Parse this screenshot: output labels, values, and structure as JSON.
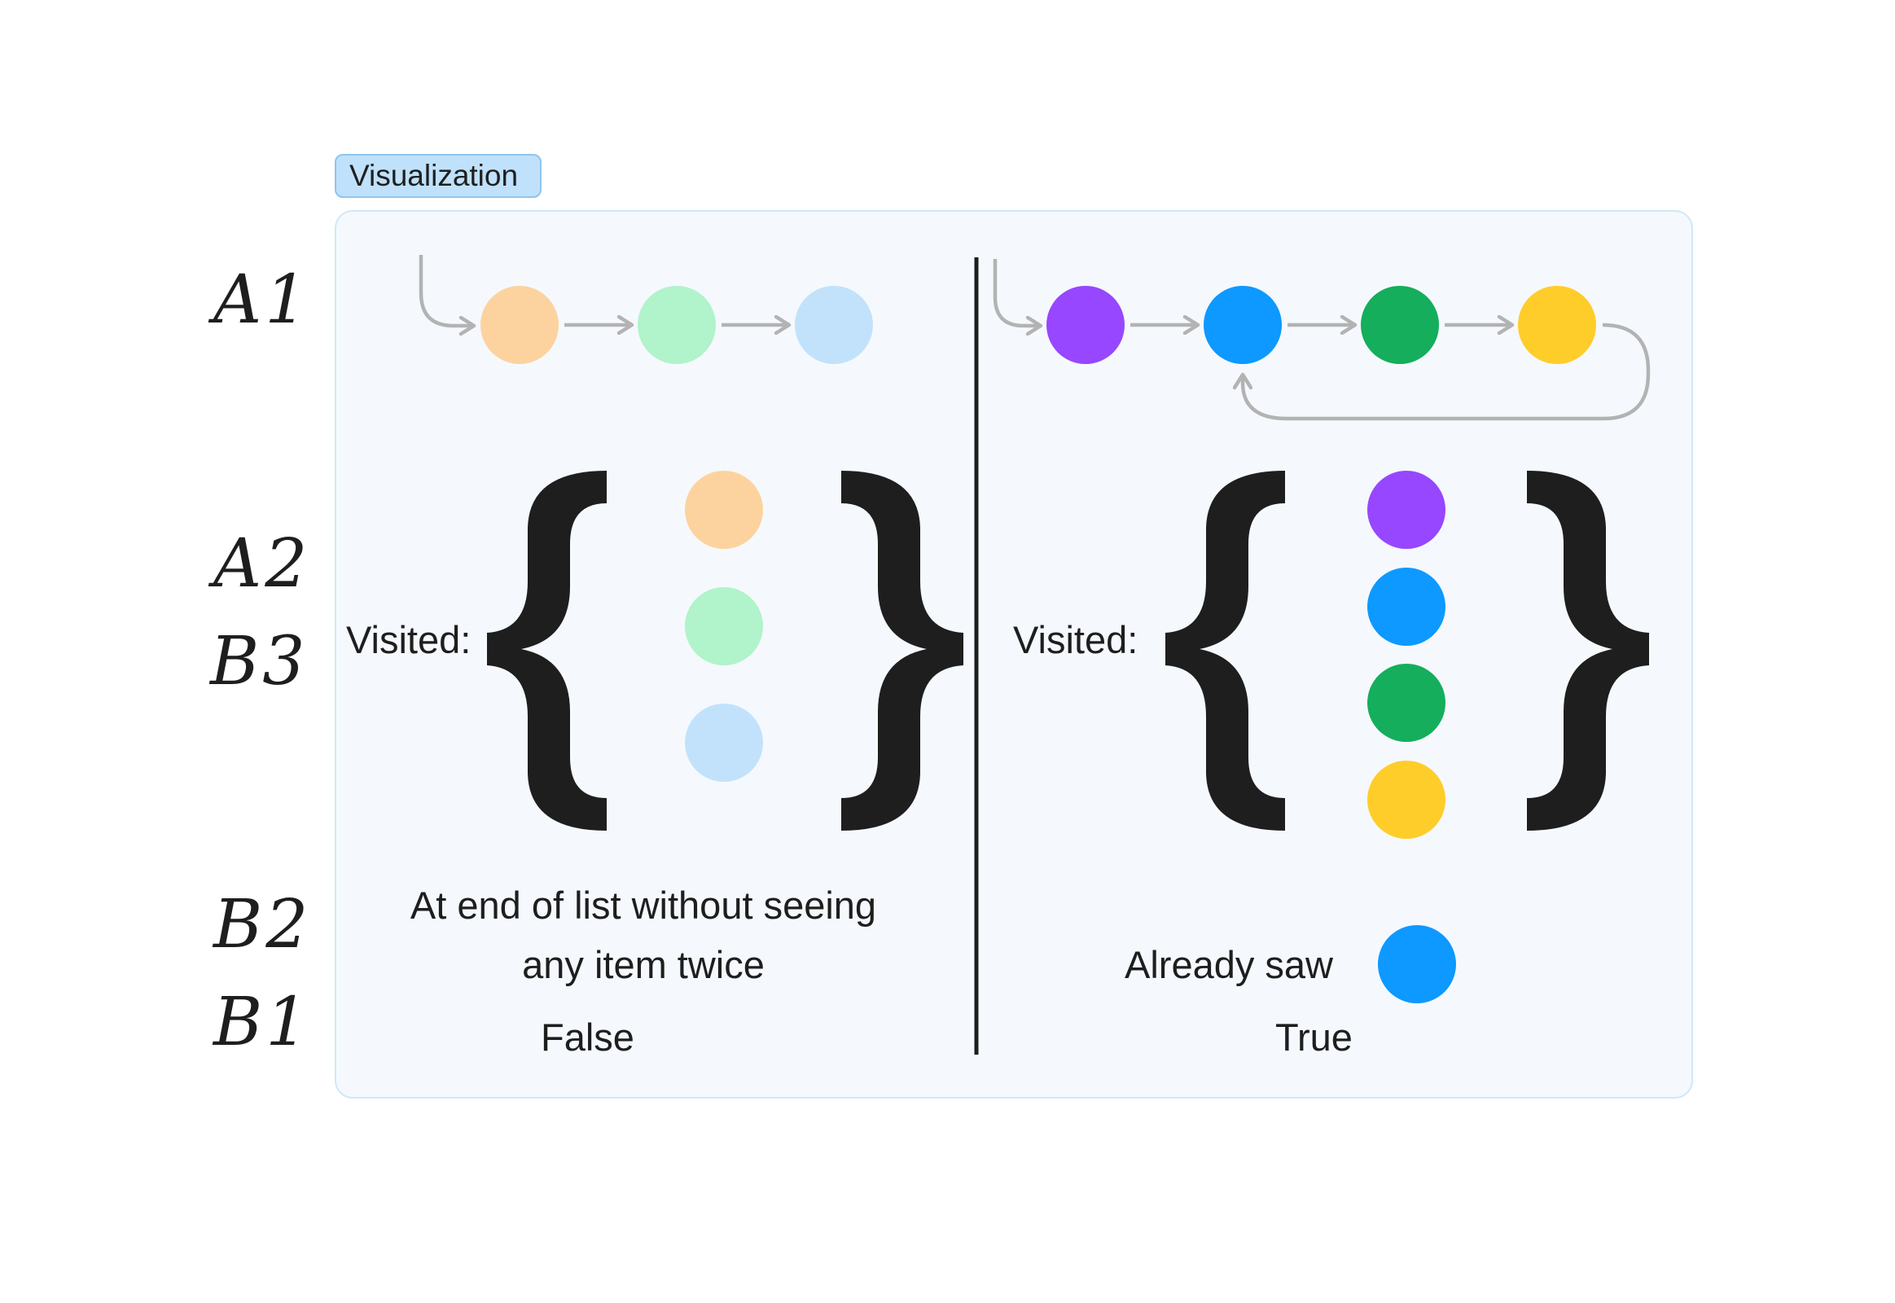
{
  "tag_label": "Visualization",
  "row_labels": {
    "a1": "A1",
    "a2": "A2",
    "b3": "B3",
    "b2": "B2",
    "b1": "B1"
  },
  "left": {
    "visited_label": "Visited:",
    "message_line1": "At end of list without seeing",
    "message_line2": "any item twice",
    "result": "False"
  },
  "right": {
    "visited_label": "Visited:",
    "message": "Already saw",
    "result": "True"
  },
  "colors": {
    "peach": "#fcd39f",
    "mint": "#b1f3ca",
    "light_blue": "#c2e2fb",
    "purple": "#9747ff",
    "blue": "#0d99ff",
    "green": "#14ae5c",
    "yellow": "#ffcd29",
    "arrow_gray": "#b3b3b3",
    "ink": "#1e1e1e"
  }
}
